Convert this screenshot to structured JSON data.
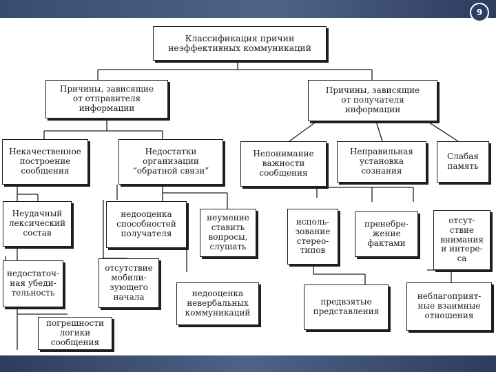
{
  "slide": {
    "page_number": "9"
  },
  "diagram": {
    "title": "Классификация причин\nнеэффективных коммуникаций",
    "sender_causes": {
      "label": "Причины, зависящие\nот отправителя\nинформации",
      "items": [
        "Некачественное\nпостроение\nсообщения",
        "Недостатки\nорганизации\n“обратной связи”",
        "Неудачный\nлексический\nсостав",
        "недостаточ-\nная убеди-\nтельность",
        "погрешности\nлогики\nсообщения",
        "недооценка\nспособностей\nполучателя",
        "отсутствие\nмобили-\nзующего\nначала",
        "неумение\nставить\nвопросы,\nслушать",
        "недооценка\nневербальных\nкоммуникаций"
      ]
    },
    "receiver_causes": {
      "label": "Причины, зависящие\nот получателя\nинформации",
      "items": [
        "Непонимание\nважности\nсообщения",
        "Неправильная\nустановка\nсознания",
        "Слабая\nпамять",
        "исполь-\nзование\nстерео-\nтипов",
        "пренебре-\nжение\nфактами",
        "отсут-\nствие\nвнимания\nи интере-\nса",
        "предвзятые\nпредставления",
        "неблагоприят-\nные взаимные\nотношения"
      ]
    }
  }
}
